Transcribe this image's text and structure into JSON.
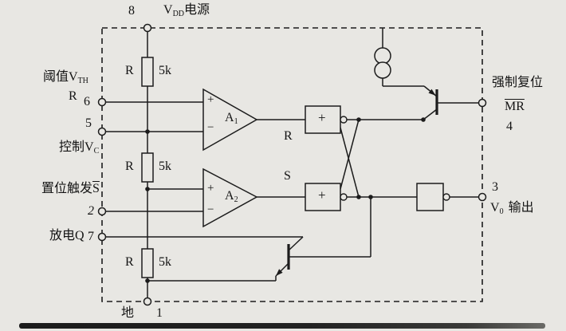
{
  "colors": {
    "ink": "#1c1c1c",
    "paper": "#e8e7e3"
  },
  "pins": {
    "vdd": {
      "num": "8",
      "pre": "V",
      "sub": "DD",
      "post": "电源"
    },
    "threshold": {
      "num": "6",
      "pre": "阈值V",
      "sub": "TH",
      "line2": "R"
    },
    "control": {
      "num": "5",
      "pre": "控制V",
      "sub": "C"
    },
    "trigger": {
      "num": "2",
      "pre": "置位触发",
      "over": "S"
    },
    "discharge": {
      "num": "7",
      "text": "放电Q"
    },
    "ground": {
      "num": "1",
      "text": "地"
    },
    "reset": {
      "num": "4",
      "line1": "强制复位",
      "over": "MR"
    },
    "output": {
      "num": "3",
      "pre": "V",
      "sub": "0",
      "post": "输出"
    }
  },
  "resistors": [
    {
      "name": "R",
      "value": "5k"
    },
    {
      "name": "R",
      "value": "5k"
    },
    {
      "name": "R",
      "value": "5k"
    }
  ],
  "comparators": [
    {
      "plus": "+",
      "minus": "−",
      "name": "A",
      "sub": "1"
    },
    {
      "plus": "+",
      "minus": "−",
      "name": "A",
      "sub": "2"
    }
  ],
  "flipflop": {
    "r_input": "R",
    "s_input": "S",
    "gate1_symbol": "+",
    "gate2_symbol": "+"
  }
}
